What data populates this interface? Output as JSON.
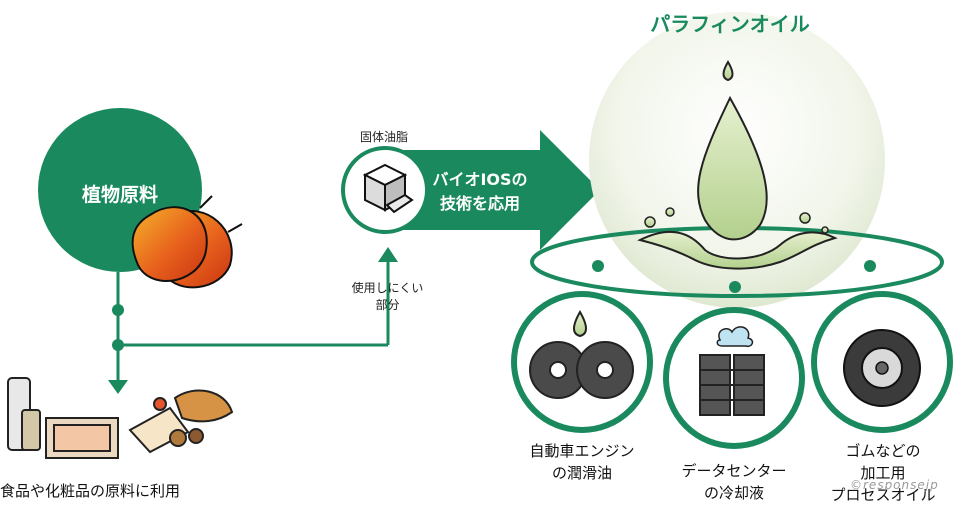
{
  "title": "パラフィンオイル",
  "plant": {
    "label": "植物原料"
  },
  "solid_fat": {
    "label": "固体油脂"
  },
  "technology": {
    "line1": "バイオIOSの",
    "line2": "技術を応用"
  },
  "hard_to_use": {
    "line1": "使用しにくい",
    "line2": "部分"
  },
  "food_cosmetics": {
    "label": "食品や化粧品の原料に利用"
  },
  "applications": [
    {
      "line1": "自動車エンジン",
      "line2": "の潤滑油"
    },
    {
      "line1": "データセンター",
      "line2": "の冷却液"
    },
    {
      "line1": "ゴムなどの",
      "line2": "加工用",
      "line3": "プロセスオイル"
    }
  ],
  "watermark": "©responsejp",
  "colors": {
    "green": "#1a8a5e",
    "dark_green": "#137a4f",
    "orange": "#e8621d",
    "oil": "#c8dca0"
  }
}
